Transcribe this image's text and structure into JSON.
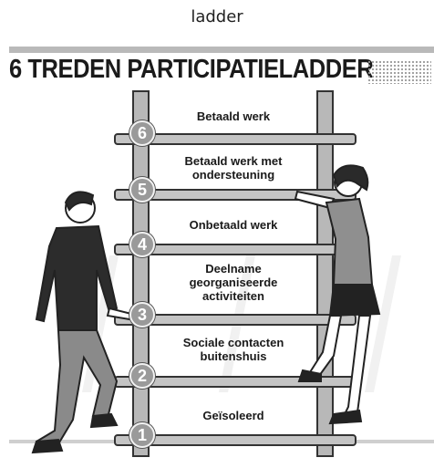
{
  "caption": "ladder",
  "headline": "6 TREDEN PARTICIPATIELADDER",
  "steps": [
    {
      "number": "6",
      "label": "Betaald werk"
    },
    {
      "number": "5",
      "label": "Betaald werk met\nondersteuning"
    },
    {
      "number": "4",
      "label": "Onbetaald werk"
    },
    {
      "number": "3",
      "label": "Deelname\ngeorganiseerde\nactiviteiten"
    },
    {
      "number": "2",
      "label": "Sociale contacten\nbuitenshuis"
    },
    {
      "number": "1",
      "label": "Geïsoleerd"
    }
  ],
  "colors": {
    "rail": "#b5b5b5",
    "badge": "#9a9a9a",
    "ink": "#1a1a1a"
  }
}
